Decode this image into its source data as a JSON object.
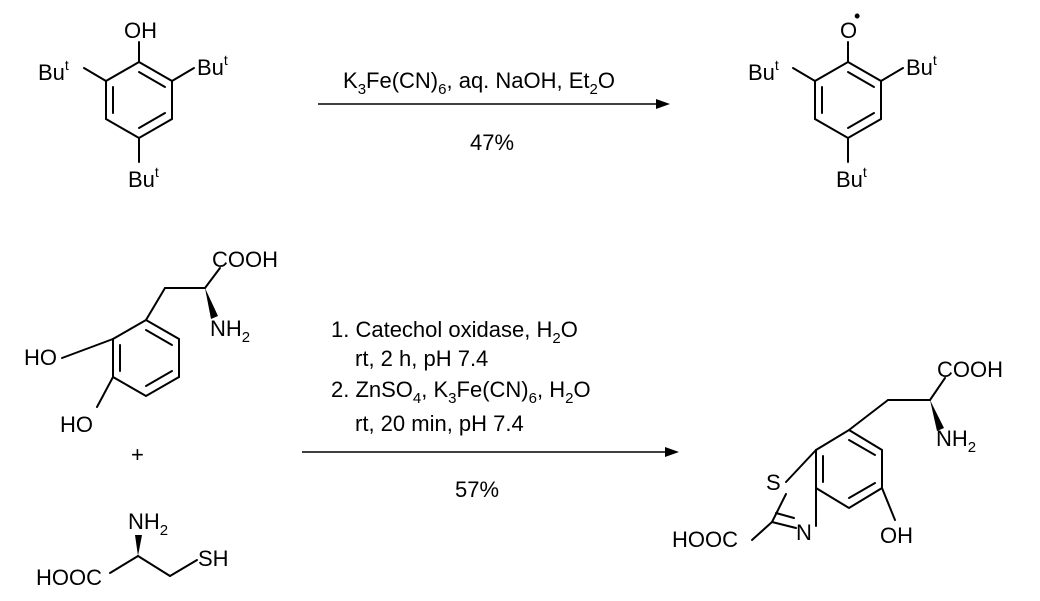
{
  "scheme": {
    "reaction1": {
      "reactant": {
        "oh": "OH",
        "tbu_left": "Bu",
        "tbu_right": "Bu",
        "tbu_bottom": "Bu",
        "tbu_sup": "t"
      },
      "conditions": {
        "k": "K",
        "k_sub": "3",
        "fe": "Fe(CN)",
        "fe_sub": "6",
        "rest": ", aq. NaOH, Et",
        "et_sub": "2",
        "o": "O"
      },
      "yield": "47%",
      "product": {
        "o": "O",
        "radical_dot": "•",
        "tbu_left": "Bu",
        "tbu_right": "Bu",
        "tbu_bottom": "Bu",
        "tbu_sup": "t"
      }
    },
    "reaction2": {
      "dopa": {
        "cooh": "COOH",
        "nh": "NH",
        "nh_sub": "2",
        "ho1": "HO",
        "ho2": "HO"
      },
      "plus": "+",
      "cysteine": {
        "nh": "NH",
        "nh_sub": "2",
        "sh": "SH",
        "hooc": "HOOC"
      },
      "conditions": {
        "step1_a": "1. Catechol oxidase, H",
        "step1_sub": "2",
        "step1_b": "O",
        "step1_line2": "rt, 2 h, pH 7.4",
        "step2_a": "2. ZnSO",
        "step2_sub1": "4",
        "step2_b": ", K",
        "step2_sub2": "3",
        "step2_c": "Fe(CN)",
        "step2_sub3": "6",
        "step2_d": ", H",
        "step2_sub4": "2",
        "step2_e": "O",
        "step2_line2": "rt, 20 min, pH 7.4"
      },
      "yield": "57%",
      "product": {
        "cooh": "COOH",
        "nh": "NH",
        "nh_sub": "2",
        "s": "S",
        "n": "N",
        "oh": "OH",
        "hooc": "HOOC"
      }
    }
  }
}
